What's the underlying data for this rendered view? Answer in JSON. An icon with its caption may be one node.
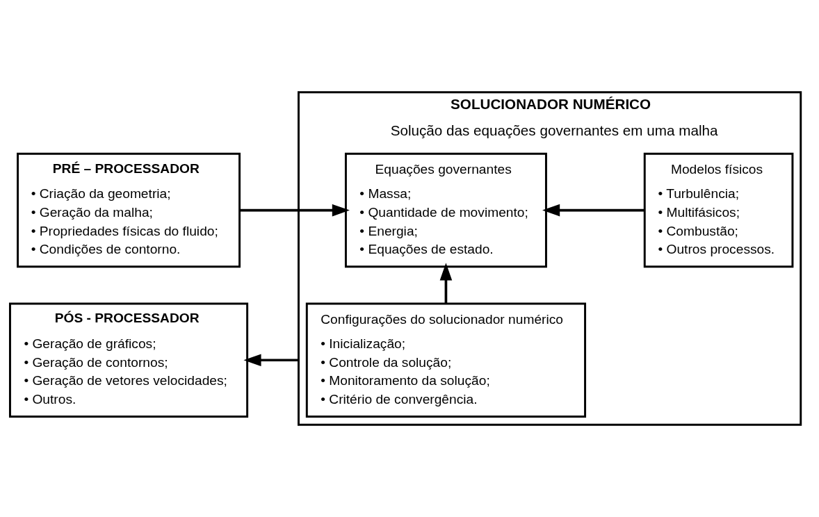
{
  "diagram": {
    "nodes": [
      {
        "text": [
          "PRÉ – PROCESSADOR",
          "• Criação da geometria;",
          "• Geração da malha;",
          "• Propriedades físicas do fluido;",
          "• Condições de contorno."
        ]
      },
      {
        "text": [
          "PÓS - PROCESSADOR",
          "• Geração de gráficos;",
          "• Geração de contornos;",
          "• Geração de vetores velocidades;",
          "• Outros."
        ]
      },
      {
        "text": [
          "SOLUCIONADOR NUMÉRICO",
          "Solução das equações governantes em uma malha"
        ]
      },
      {
        "text": [
          "Equações governantes",
          "• Massa;",
          "• Quantidade de movimento;",
          "• Energia;",
          "• Equações de estado."
        ],
        "in": 2
      },
      {
        "text": [
          "Modelos físicos",
          "• Turbulência;",
          "• Multifásicos;",
          "• Combustão;",
          "• Outros processos."
        ],
        "in": 2
      },
      {
        "text": [
          "Configurações do solucionador numérico",
          "• Inicialização;",
          "• Controle da solução;",
          "• Monitoramento da solução;",
          "• Critério de convergência."
        ],
        "in": 2
      }
    ],
    "edges": [
      {
        "from": 0,
        "to": 3,
        "arrow": "to"
      },
      {
        "from": 4,
        "to": 3,
        "arrow": "to"
      },
      {
        "from": 5,
        "to": 3,
        "arrow": "to"
      },
      {
        "from": 2,
        "to": 1,
        "arrow": "to"
      }
    ]
  }
}
